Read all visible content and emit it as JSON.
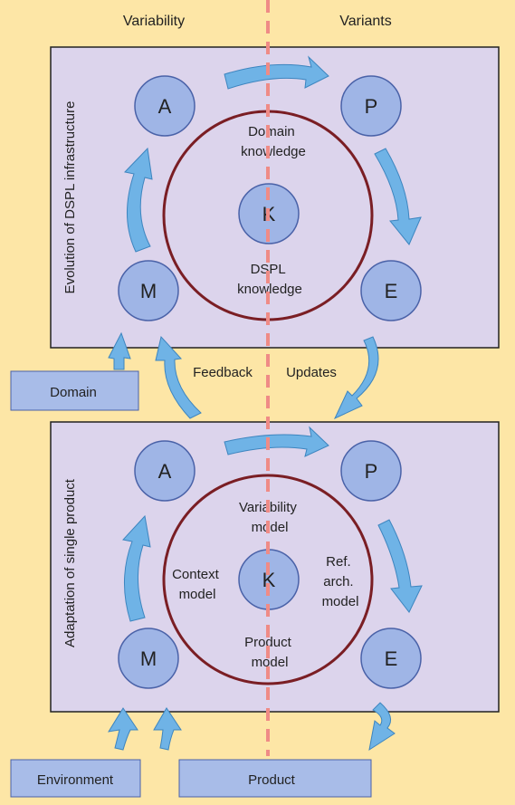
{
  "header": {
    "left": "Variability",
    "right": "Variants"
  },
  "arrow_labels": {
    "feedback": "Feedback",
    "updates": "Updates"
  },
  "top_panel": {
    "side_label": "Evolution of DSPL infrastructure",
    "nodes": {
      "a": "A",
      "p": "P",
      "m": "M",
      "e": "E",
      "k": "K"
    },
    "ring_top": [
      "Domain",
      "knowledge"
    ],
    "ring_bottom": [
      "DSPL",
      "knowledge"
    ]
  },
  "bottom_panel": {
    "side_label": "Adaptation of single product",
    "nodes": {
      "a": "A",
      "p": "P",
      "m": "M",
      "e": "E",
      "k": "K"
    },
    "ring_top": [
      "Variability",
      "model"
    ],
    "ring_left": [
      "Context",
      "model"
    ],
    "ring_right": [
      "Ref.",
      "arch.",
      "model"
    ],
    "ring_bottom": [
      "Product",
      "model"
    ]
  },
  "boxes": {
    "domain": "Domain",
    "environment": "Environment",
    "product": "Product"
  },
  "colors": {
    "background": "#fde6a6",
    "panel": "#dcd4ec",
    "node_fill": "#9fb5e6",
    "node_stroke": "#4a62a8",
    "ring": "#7a1e24",
    "arrow_fill": "#6fb3e6",
    "arrow_stroke": "#3d85bf",
    "dashed_line": "#ef8b86",
    "box_fill": "#a8bce8"
  }
}
